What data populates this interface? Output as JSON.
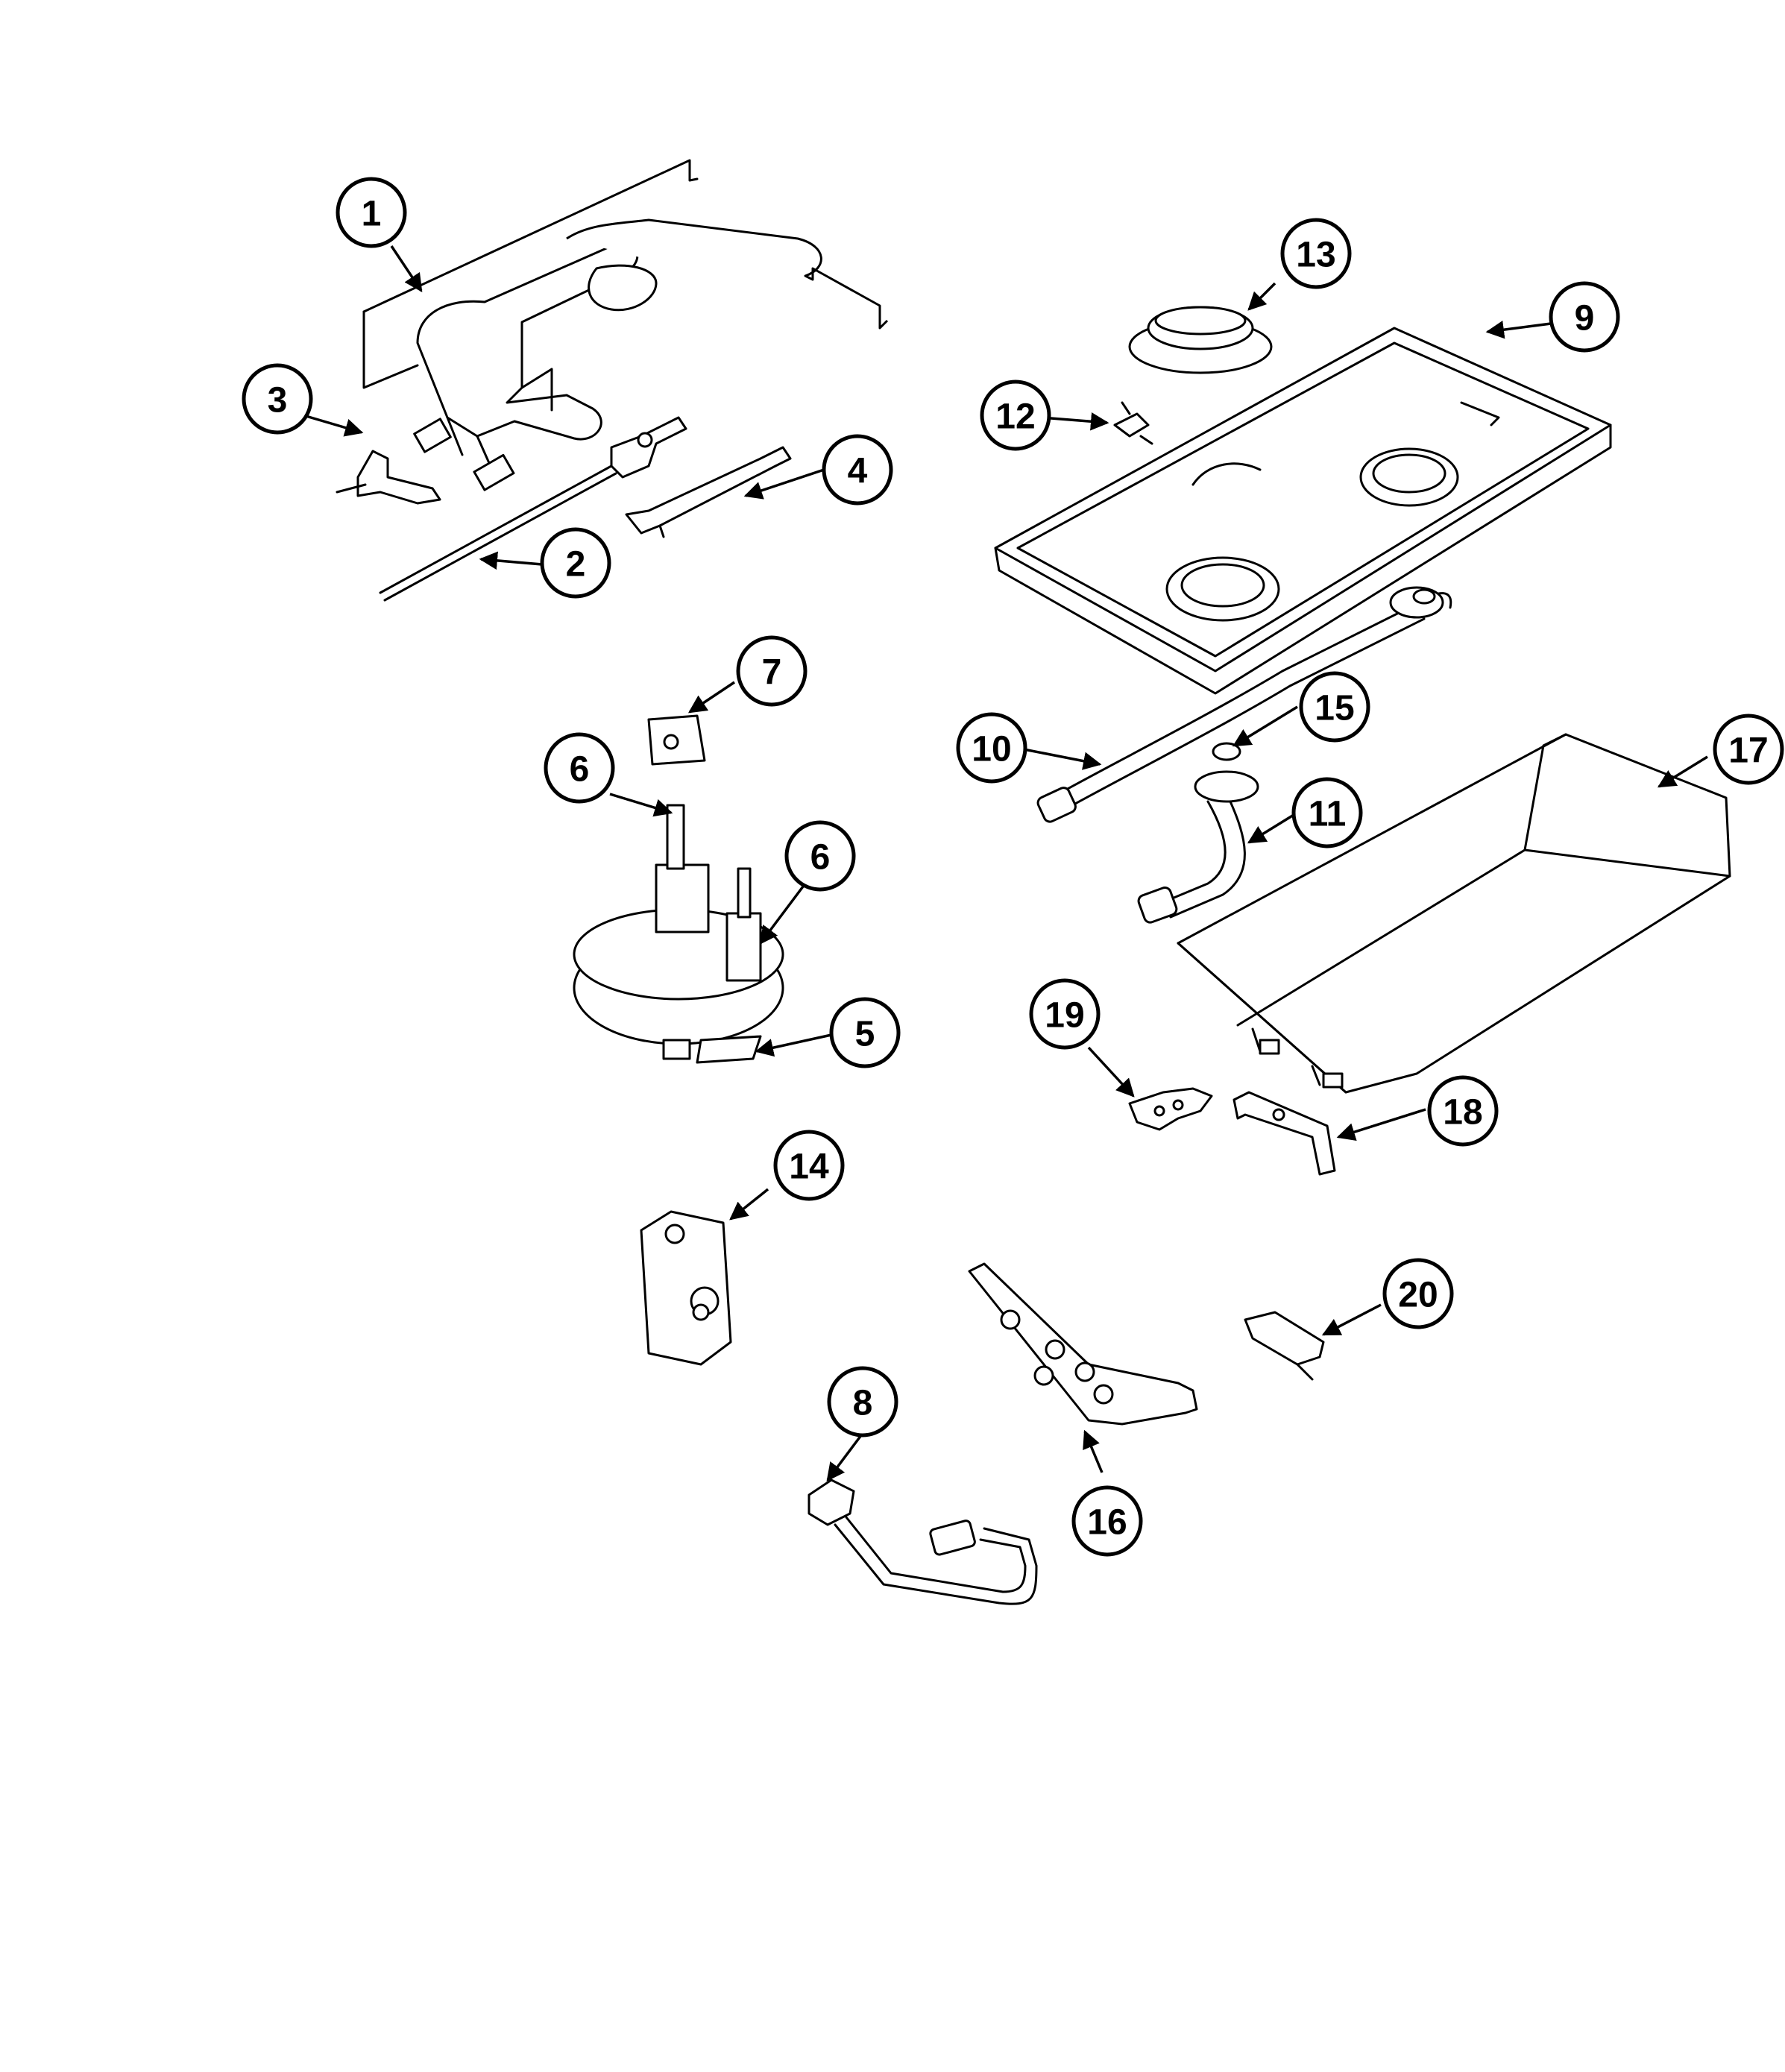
{
  "callouts": [
    {
      "id": "c1",
      "label": "1"
    },
    {
      "id": "c2",
      "label": "2"
    },
    {
      "id": "c3",
      "label": "3"
    },
    {
      "id": "c4",
      "label": "4"
    },
    {
      "id": "c5",
      "label": "5"
    },
    {
      "id": "c6a",
      "label": "6"
    },
    {
      "id": "c6b",
      "label": "6"
    },
    {
      "id": "c7",
      "label": "7"
    },
    {
      "id": "c8",
      "label": "8"
    },
    {
      "id": "c9",
      "label": "9"
    },
    {
      "id": "c10",
      "label": "10"
    },
    {
      "id": "c11",
      "label": "11"
    },
    {
      "id": "c12",
      "label": "12"
    },
    {
      "id": "c13",
      "label": "13"
    },
    {
      "id": "c14",
      "label": "14"
    },
    {
      "id": "c15",
      "label": "15"
    },
    {
      "id": "c16",
      "label": "16"
    },
    {
      "id": "c17",
      "label": "17"
    },
    {
      "id": "c18",
      "label": "18"
    },
    {
      "id": "c19",
      "label": "19"
    },
    {
      "id": "c20",
      "label": "20"
    }
  ]
}
